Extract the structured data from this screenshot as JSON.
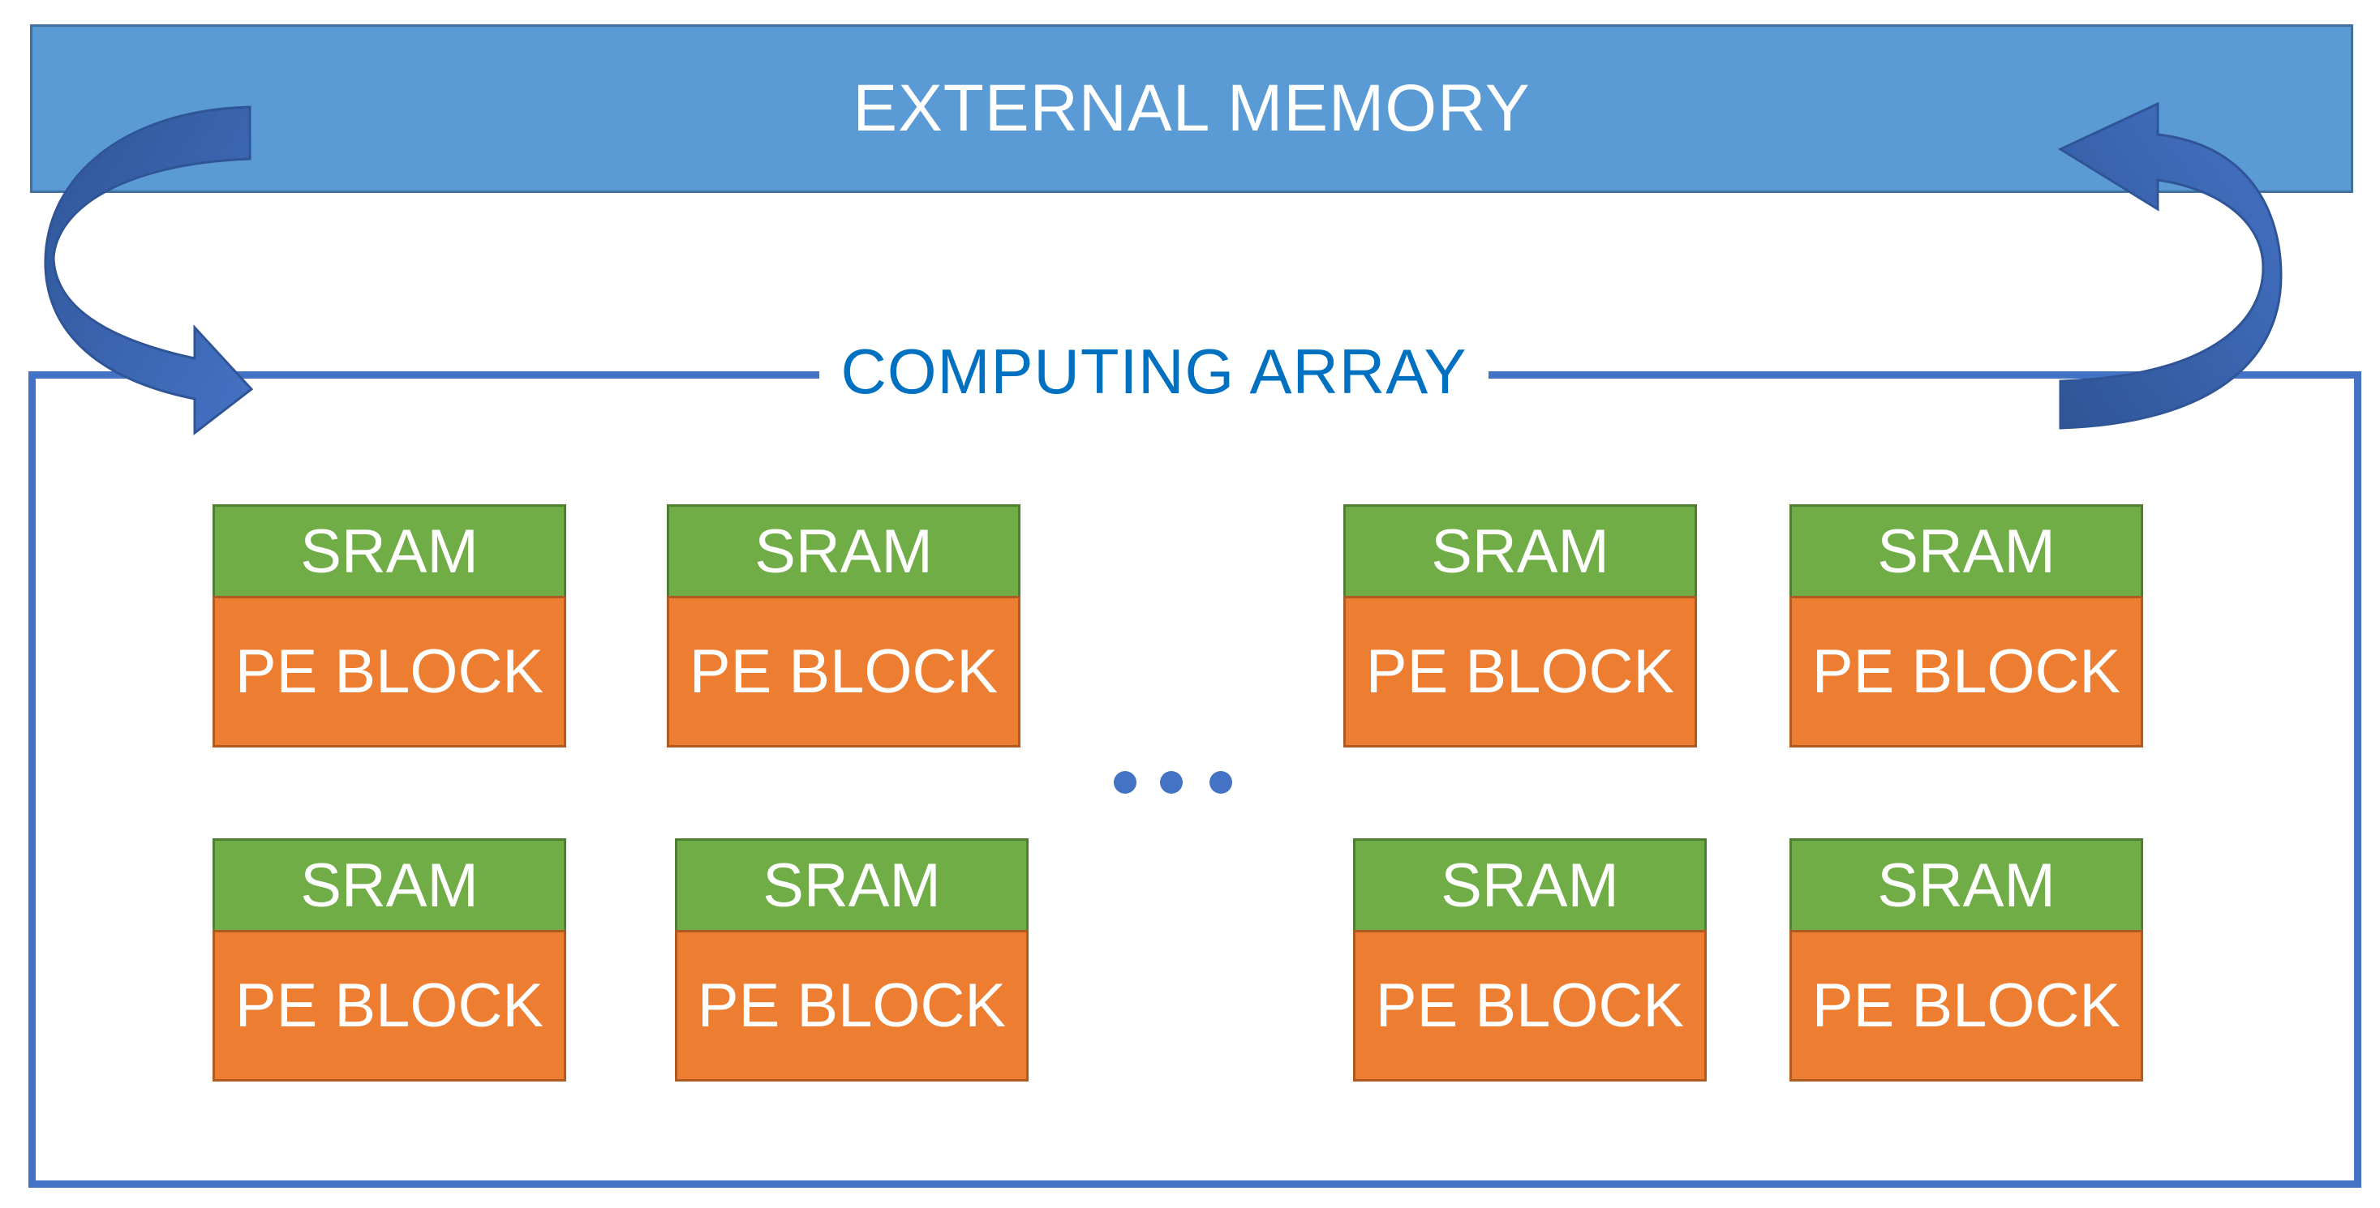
{
  "external_memory": {
    "label": "EXTERNAL MEMORY"
  },
  "computing_array": {
    "label": "COMPUTING ARRAY"
  },
  "blocks": [
    {
      "sram": "SRAM",
      "pe": "PE BLOCK"
    },
    {
      "sram": "SRAM",
      "pe": "PE BLOCK"
    },
    {
      "sram": "SRAM",
      "pe": "PE BLOCK"
    },
    {
      "sram": "SRAM",
      "pe": "PE BLOCK"
    },
    {
      "sram": "SRAM",
      "pe": "PE BLOCK"
    },
    {
      "sram": "SRAM",
      "pe": "PE BLOCK"
    },
    {
      "sram": "SRAM",
      "pe": "PE BLOCK"
    },
    {
      "sram": "SRAM",
      "pe": "PE BLOCK"
    }
  ],
  "colors": {
    "memory": "#5b9bd5",
    "array_border": "#4472c4",
    "array_title": "#0070c0",
    "sram": "#70ad47",
    "pe_block": "#ed7d31",
    "arrow": "#4472c4"
  }
}
